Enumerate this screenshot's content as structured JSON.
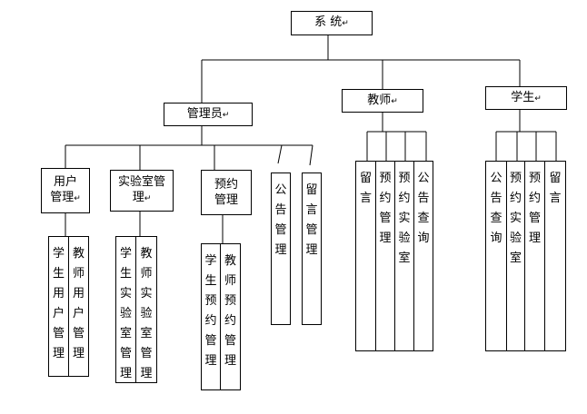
{
  "root": {
    "label": "系 统"
  },
  "level1": [
    {
      "id": "admin",
      "label": "管理员"
    },
    {
      "id": "teacher",
      "label": "教师"
    },
    {
      "id": "student",
      "label": "学生"
    }
  ],
  "admin_children": [
    {
      "label": "用户管理",
      "children": [
        "学生用户管理",
        "教师用户管理"
      ]
    },
    {
      "label": "实验室管理",
      "children": [
        "学生实验室管理",
        "教师实验室管理"
      ]
    },
    {
      "label": "预约管理",
      "children": [
        "学生预约管理",
        "教师预约管理"
      ]
    },
    {
      "label": "公告管理"
    },
    {
      "label": "留言管理"
    }
  ],
  "teacher_children": [
    "留言",
    "预约管理",
    "预约实验室",
    "公告查询"
  ],
  "student_children": [
    "公告查询",
    "预约实验室",
    "预约管理",
    "留言"
  ],
  "paragraph_mark": "↵",
  "colors": {
    "line": "#000000",
    "background": "#ffffff"
  }
}
